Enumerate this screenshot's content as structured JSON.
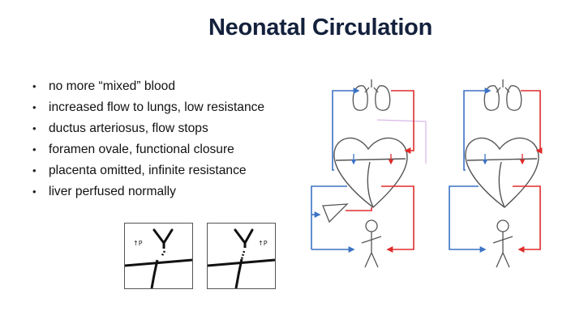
{
  "slide": {
    "title": "Neonatal Circulation",
    "bullets": [
      "no more “mixed” blood",
      "increased flow to lungs, low resistance",
      "ductus arteriosus, flow stops",
      "foramen ovale, functional closure",
      "placenta omitted, infinite resistance",
      "liver perfused normally"
    ],
    "panel_labels": [
      "↑P",
      "↑P"
    ]
  },
  "colors": {
    "title": "#14213d",
    "venous_blue": "#3b72c4",
    "arterial_red": "#e02b2b",
    "duct_pink": "#d8b8e8"
  },
  "icons": [
    "lungs-icon",
    "heart-icon",
    "placenta-icon",
    "person-icon",
    "flow-arrow-icon"
  ]
}
